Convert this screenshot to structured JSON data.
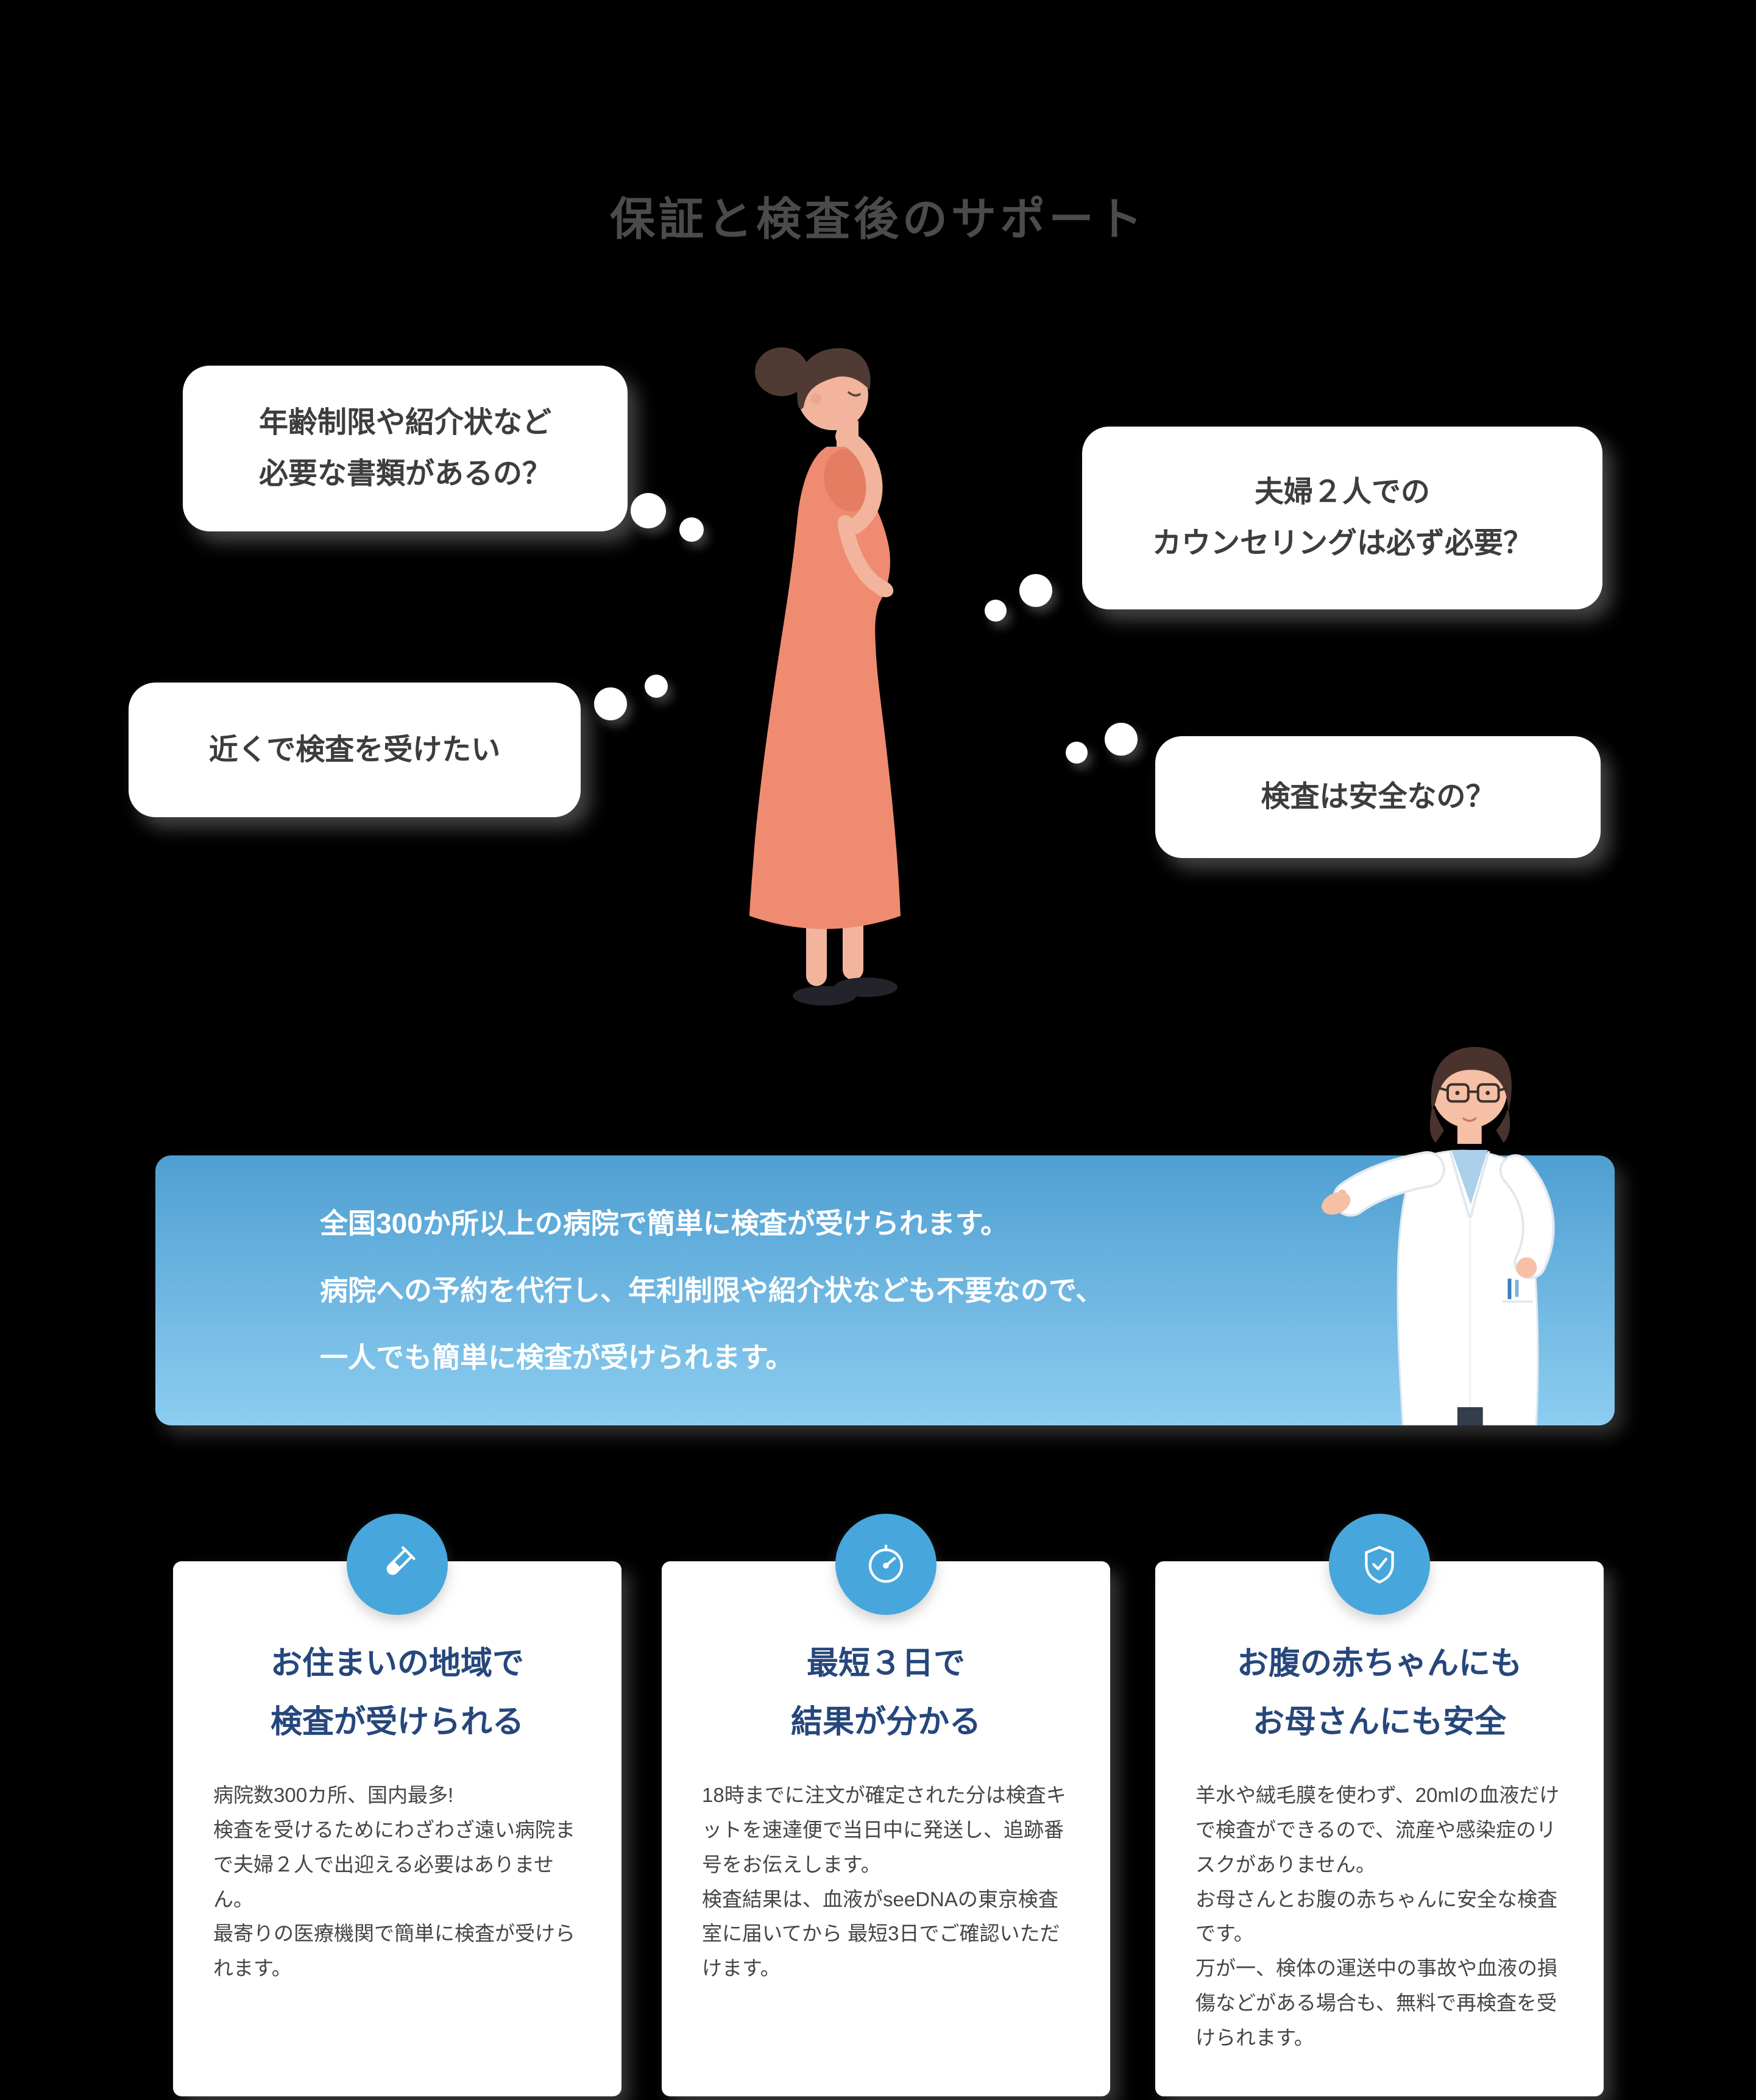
{
  "page": {
    "title": "保証と検査後のサポート"
  },
  "bubbles": {
    "documents": "年齢制限や紹介状など\n必要な書類があるの？",
    "counseling": "夫婦２人での\nカウンセリングは必ず必要？",
    "nearby": "近くで検査を受けたい",
    "safety": "検査は安全なの？"
  },
  "banner": {
    "text": "全国300か所以上の病院で簡単に検査が受けられます。\n病院への予約を代行し、年利制限や紹介状なども不要なので、\n一人でも簡単に検査が受けられます。"
  },
  "cards": [
    {
      "icon": "test-tube-icon",
      "title": "お住まいの地域で\n検査が受けられる",
      "body": "病院数300カ所、国内最多!\n検査を受けるためにわざわざ遠い病院まで夫婦２人で出迎える必要はありません。\n最寄りの医療機関で簡単に検査が受けられます。"
    },
    {
      "icon": "gauge-icon",
      "title": "最短３日で\n結果が分かる",
      "body": "18時までに注文が確定された分は検査キットを速達便で当日中に発送し、追跡番号をお伝えします。\n検査結果は、血液がseeDNAの東京検査室に届いてから 最短3日でご確認いただけます。"
    },
    {
      "icon": "shield-check-icon",
      "title": "お腹の赤ちゃんにも\nお母さんにも安全",
      "body": "羊水や絨毛膜を使わず、20mlの血液だけで検査ができるので、流産や感染症のリスクがありません。\nお母さんとお腹の赤ちゃんに安全な検査です。\n万が一、検体の運送中の事故や血液の損傷などがある場合も、無料で再検査を受けられます。"
    }
  ],
  "colors": {
    "accent_blue": "#47a6db",
    "banner_gradient_top": "#4f9fd2",
    "banner_gradient_bottom": "#8ccdf0",
    "card_title": "#26477c",
    "dress": "#ef8b70",
    "background": "#000000"
  }
}
